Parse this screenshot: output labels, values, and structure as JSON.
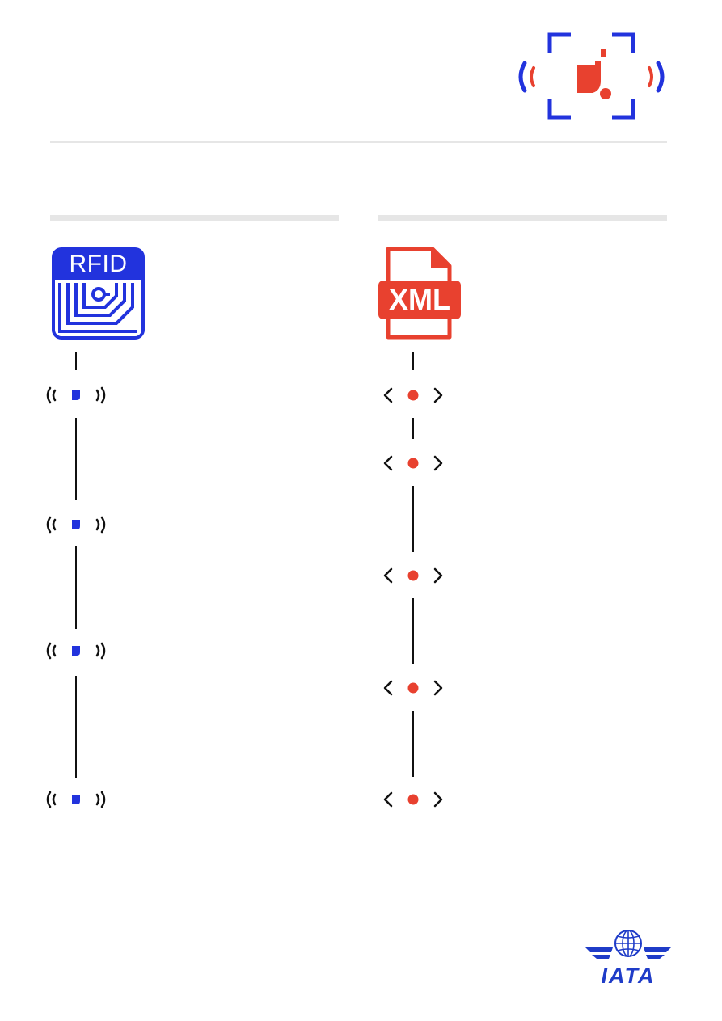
{
  "header": {
    "badge_icon": "tag-scan-icon",
    "colors": {
      "blue": "#2233dd",
      "red": "#e8412f"
    }
  },
  "left_column": {
    "icon_label": "RFID",
    "icon_name": "rfid-chip-icon",
    "node_icon": "rfid-signal-node-icon",
    "node_count": 4,
    "accent": "#2233dd"
  },
  "right_column": {
    "icon_label": "XML",
    "icon_name": "xml-file-icon",
    "node_icon": "xml-code-node-icon",
    "node_count": 5,
    "accent": "#e8412f"
  },
  "footer": {
    "logo_text": "IATA",
    "logo_icon": "iata-globe-wings-logo",
    "logo_color": "#1f3cc8"
  }
}
